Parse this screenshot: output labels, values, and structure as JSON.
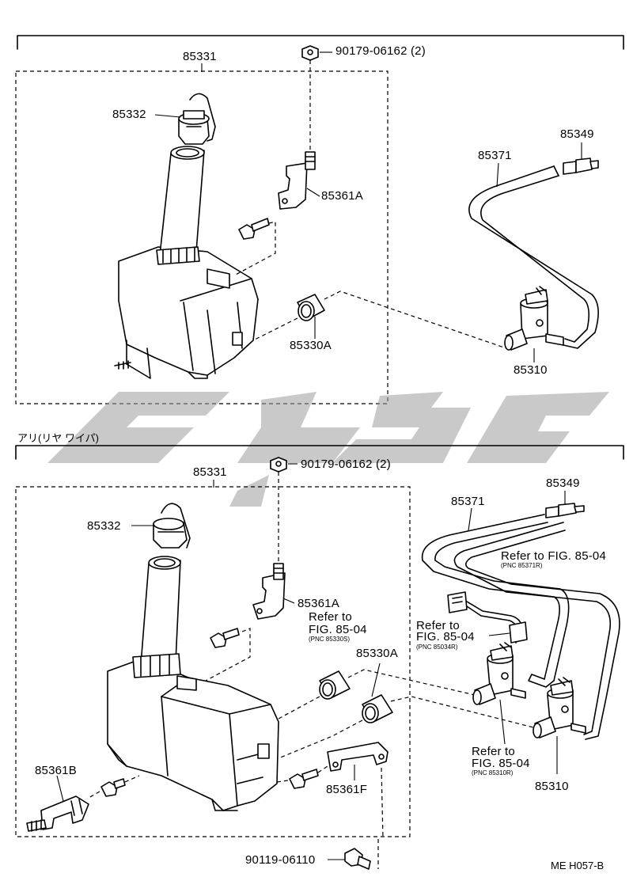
{
  "sections": {
    "top": {
      "callouts": {
        "reservoir": "85331",
        "cap": "85332",
        "bolt_nut": "90179-06162 (2)",
        "bracket": "85361A",
        "hose": "85371",
        "nozzle": "85349",
        "grommet": "85330A",
        "pump": "85310"
      }
    },
    "bottom": {
      "caption": "アリ(リヤ ワイパ)",
      "callouts": {
        "reservoir": "85331",
        "cap": "85332",
        "bolt_nut": "90179-06162 (2)",
        "bracket_a": "85361A",
        "hose": "85371",
        "nozzle": "85349",
        "grommet": "85330A",
        "pump": "85310",
        "bracket_b": "85361B",
        "bracket_f": "85361F",
        "bolt": "90119-06110"
      },
      "refs": {
        "grommet_ref_title": "Refer to",
        "grommet_ref_fig": "FIG. 85-04",
        "grommet_ref_pnc": "(PNC 85330S)",
        "hose_ref": "Refer to FIG. 85-04",
        "hose_ref_pnc": "(PNC 85371R)",
        "wire_ref_title": "Refer to",
        "wire_ref_fig": "FIG. 85-04",
        "wire_ref_pnc": "(PNC 85034R)",
        "pump_ref_title": "Refer to",
        "pump_ref_fig": "FIG. 85-04",
        "pump_ref_pnc": "(PNC 85310R)"
      }
    }
  },
  "figure_id": "ME H057-B",
  "colors": {
    "line": "#000000",
    "watermark": "#9c9c9c",
    "background": "#ffffff"
  }
}
